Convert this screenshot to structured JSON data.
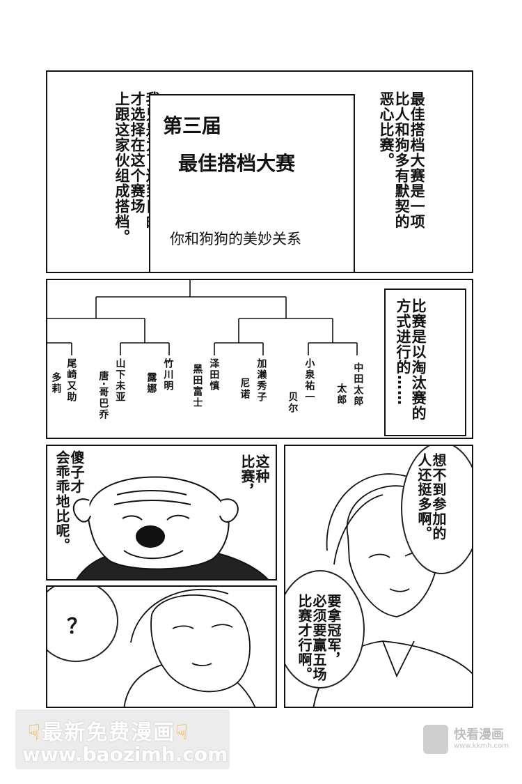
{
  "panel1": {
    "left_narration": [
      "我只是为了达到目的，",
      "才选择在这个赛场",
      "上跟这家伙组成搭档。"
    ],
    "title_line1": "第三届",
    "title_line2": "最佳搭档大赛",
    "subtitle": "你和狗狗的美妙关系",
    "right_narration": [
      "最佳搭档大赛是一项",
      "比人和狗多有默契的",
      "恶心比赛。"
    ]
  },
  "panel2": {
    "narration": [
      "比赛是以淘汰赛的",
      "方式进行的……"
    ],
    "bracket_entries": [
      {
        "human": "中田太郎",
        "dog": "太郎"
      },
      {
        "human": "小泉祐一",
        "dog": "贝尔"
      },
      {
        "human": "加濑秀子",
        "dog": "尼诺"
      },
      {
        "human": "泽田慎",
        "dog": "黑田富士"
      },
      {
        "human": "竹川明",
        "dog": "露娜"
      },
      {
        "human": "山下未亚",
        "dog": "唐·哥巴乔"
      },
      {
        "human": "尾崎又助",
        "dog": "多莉"
      }
    ]
  },
  "panel3": {
    "bubble_a": [
      "这种",
      "比赛，"
    ],
    "bubble_b": [
      "傻子才",
      "会乖乖地比呢。"
    ]
  },
  "panel4": {
    "bubble": [
      "想不到参加的",
      "人还挺多啊。"
    ]
  },
  "panel5": {
    "question": "？",
    "bubble": [
      "要拿冠军，",
      "必须要赢五场",
      "比赛才行啊。"
    ]
  },
  "watermark": {
    "line1": "最新免费漫画",
    "line2": "www.baozimh.com",
    "brand": "快看漫画",
    "brand_url": "www.kkmh.com"
  }
}
